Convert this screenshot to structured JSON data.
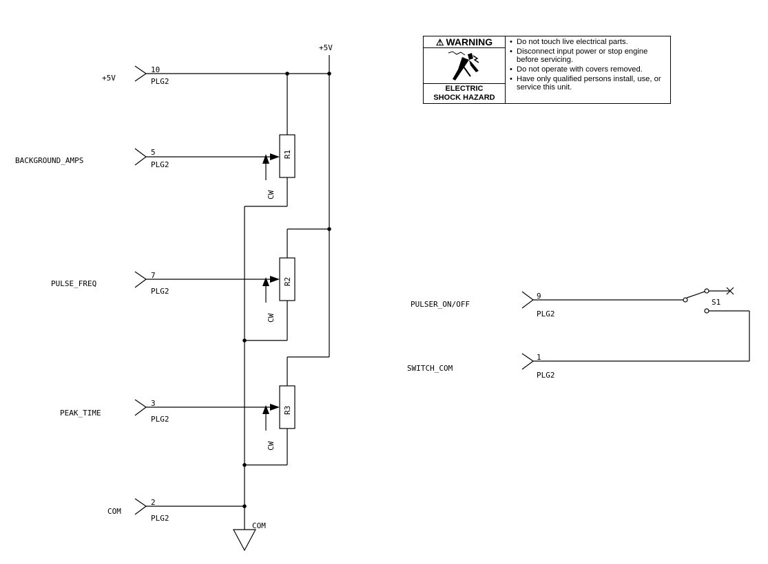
{
  "signals": {
    "plus5v": {
      "name": "+5V",
      "pin": "10",
      "plug": "PLG2"
    },
    "background_amps": {
      "name": "BACKGROUND_AMPS",
      "pin": "5",
      "plug": "PLG2"
    },
    "pulse_freq": {
      "name": "PULSE_FREQ",
      "pin": "7",
      "plug": "PLG2"
    },
    "peak_time": {
      "name": "PEAK_TIME",
      "pin": "3",
      "plug": "PLG2"
    },
    "com": {
      "name": "COM",
      "pin": "2",
      "plug": "PLG2"
    },
    "pulser_on_off": {
      "name": "PULSER_ON/OFF",
      "pin": "9",
      "plug": "PLG2"
    },
    "switch_com": {
      "name": "SWITCH_COM",
      "pin": "1",
      "plug": "PLG2"
    }
  },
  "components": {
    "r1": "R1",
    "r2": "R2",
    "r3": "R3",
    "s1": "S1",
    "cw": "CW"
  },
  "rail_label": "+5V",
  "ground_label": "COM",
  "warning": {
    "title": "WARNING",
    "hazard_line1": "ELECTRIC",
    "hazard_line2": "SHOCK HAZARD",
    "items": [
      "Do not touch live electrical parts.",
      "Disconnect input power or stop engine before servicing.",
      "Do not operate with covers removed.",
      "Have only qualified persons install, use, or service this unit."
    ],
    "icon": "electric-shock-icon"
  }
}
